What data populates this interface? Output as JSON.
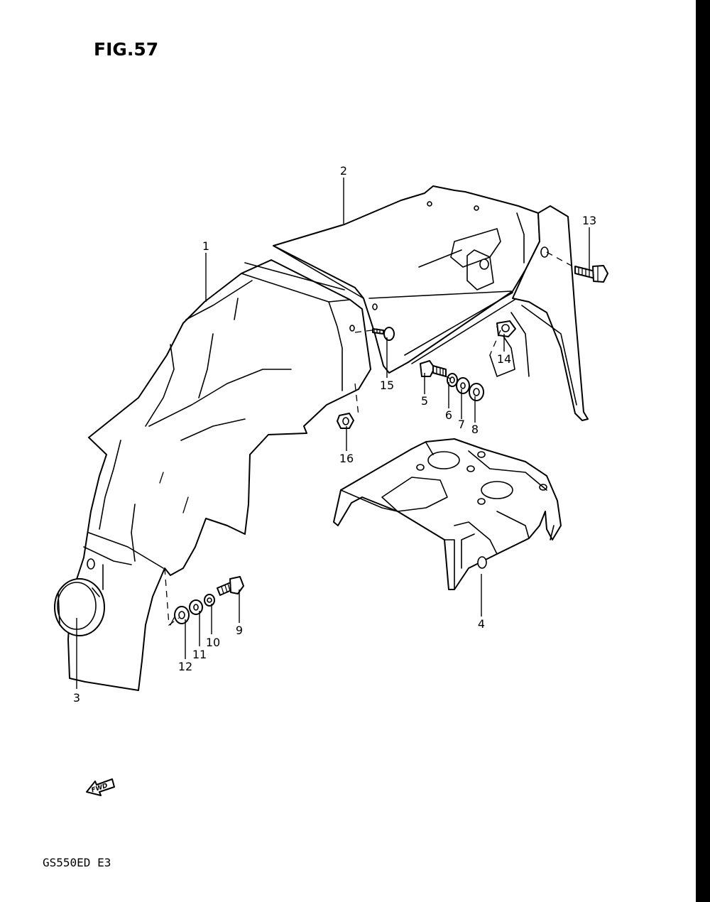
{
  "figure": {
    "title": "FIG.57",
    "model_code": "GS550ED E3",
    "direction_marker": "FWD"
  },
  "callouts": [
    "1",
    "2",
    "3",
    "4",
    "5",
    "6",
    "7",
    "8",
    "9",
    "10",
    "11",
    "12",
    "13",
    "14",
    "15",
    "16"
  ]
}
